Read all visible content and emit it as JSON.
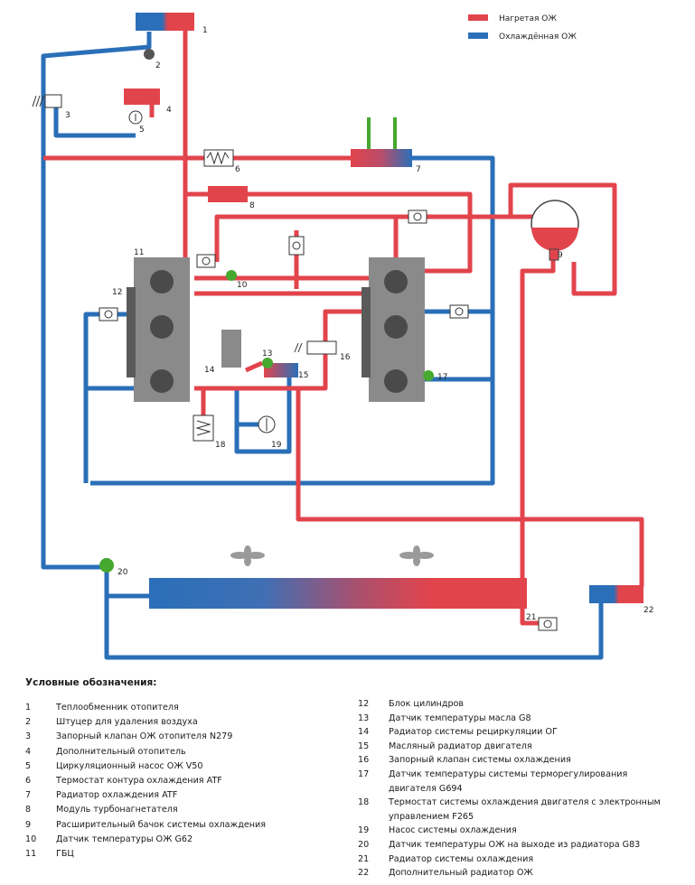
{
  "colors": {
    "hot": "#e2444c",
    "cold": "#2a6fb8",
    "component_gray": "#8a8a8a",
    "sensor_green": "#46a82f"
  },
  "key": {
    "hot_label": "Нагретая ОЖ",
    "cold_label": "Охлаждённая ОЖ"
  },
  "callouts": [
    "1",
    "2",
    "3",
    "4",
    "5",
    "6",
    "7",
    "8",
    "9",
    "10",
    "11",
    "12",
    "13",
    "14",
    "15",
    "16",
    "17",
    "18",
    "19",
    "20",
    "21",
    "22"
  ],
  "legend": {
    "title": "Условные обозначения:",
    "left": [
      {
        "num": "1",
        "text": "Теплообменник отопителя"
      },
      {
        "num": "2",
        "text": "Штуцер для удаления воздуха"
      },
      {
        "num": "3",
        "text": "Запорный клапан ОЖ отопителя N279"
      },
      {
        "num": "4",
        "text": "Дополнительный отопитель"
      },
      {
        "num": "5",
        "text": "Циркуляционный насос ОЖ V50"
      },
      {
        "num": "6",
        "text": "Термостат контура охлаждения ATF"
      },
      {
        "num": "7",
        "text": "Радиатор охлаждения ATF"
      },
      {
        "num": "8",
        "text": "Модуль турбонагнетателя"
      },
      {
        "num": "9",
        "text": "Расширительный бачок системы охлаждения"
      },
      {
        "num": "10",
        "text": "Датчик температуры ОЖ G62"
      },
      {
        "num": "11",
        "text": "ГБЦ"
      }
    ],
    "right": [
      {
        "num": "12",
        "text": "Блок цилиндров"
      },
      {
        "num": "13",
        "text": "Датчик температуры масла G8"
      },
      {
        "num": "14",
        "text": "Радиатор системы рециркуляции ОГ"
      },
      {
        "num": "15",
        "text": "Масляный радиатор двигателя"
      },
      {
        "num": "16",
        "text": "Запорный клапан системы охлаждения"
      },
      {
        "num": "17",
        "text": "Датчик температуры системы терморегулирования двигателя G694"
      },
      {
        "num": "18",
        "text": "Термостат системы охлаждения двигателя с электронным управлением F265"
      },
      {
        "num": "19",
        "text": "Насос системы охлаждения"
      },
      {
        "num": "20",
        "text": "Датчик температуры ОЖ на выходе из радиатора G83"
      },
      {
        "num": "21",
        "text": "Радиатор системы охлаждения"
      },
      {
        "num": "22",
        "text": "Дополнительный радиатор ОЖ"
      }
    ]
  }
}
